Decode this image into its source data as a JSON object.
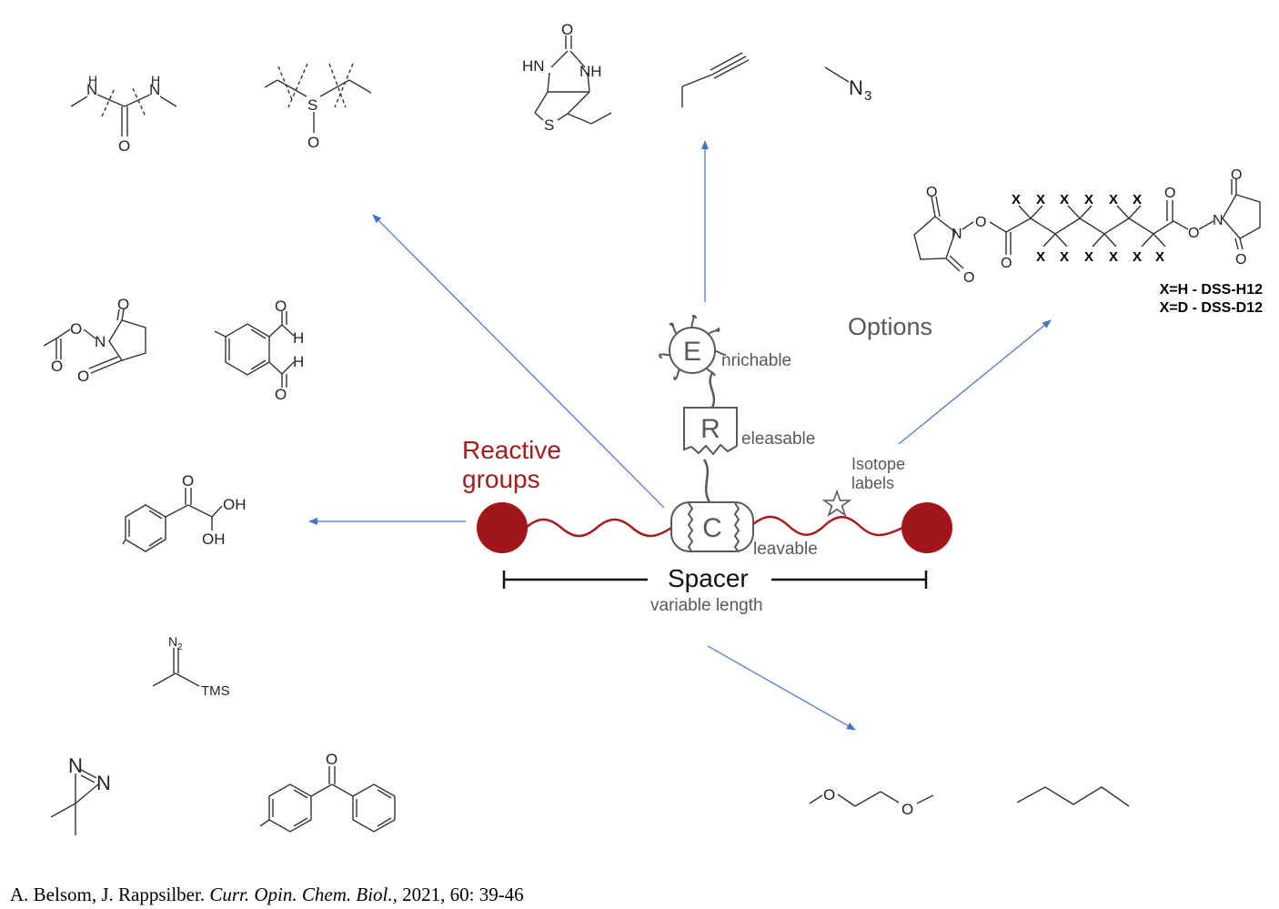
{
  "labels": {
    "options": "Options",
    "reactive_line1": "Reactive",
    "reactive_line2": "groups",
    "enrichable": "nrichable",
    "enrichable_letter": "E",
    "releasable": "eleasable",
    "releasable_letter": "R",
    "cleavable": "leavable",
    "cleavable_letter": "C",
    "isotope_line1": "Isotope",
    "isotope_line2": "labels",
    "spacer": "Spacer",
    "variable_length": "variable length"
  },
  "dss": {
    "h12": "X=H - DSS-H12",
    "d12": "X=D - DSS-D12",
    "x_label": "X"
  },
  "atoms": {
    "HN": "HN",
    "NH": "NH",
    "N": "N",
    "H": "H",
    "O": "O",
    "S": "S",
    "OH": "OH",
    "N3_N": "N",
    "N3_sub": "3",
    "N2_N": "N",
    "N2_sub": "2",
    "TMS": "TMS"
  },
  "citation": {
    "authors": "A. Belsom, J. Rappsilber. ",
    "journal": "Curr. Opin. Chem. Biol.,",
    "details": " 2021, 60: 39-46"
  },
  "colors": {
    "reactive": "#a61c1c",
    "arrow": "#4472c4",
    "gray_text": "#595959",
    "structure": "#333333"
  }
}
